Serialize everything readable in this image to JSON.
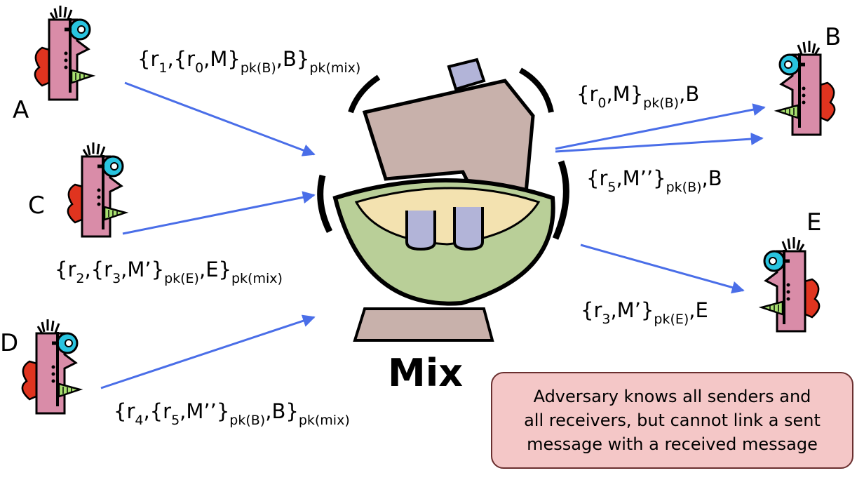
{
  "participants": {
    "a": "A",
    "b": "B",
    "c": "C",
    "d": "D",
    "e": "E"
  },
  "mix_label": "Mix",
  "messages": {
    "a_in": {
      "pre": "{r",
      "s1": "1",
      "p2": ",{r",
      "s2": "0",
      "p3": ",M}",
      "s3": "pk(B)",
      "p4": ",B}",
      "s4": "pk(mix)"
    },
    "c_in": {
      "pre": "{r",
      "s1": "2",
      "p2": ",{r",
      "s2": "3",
      "p3": ",M’}",
      "s3": "pk(E)",
      "p4": ",E}",
      "s4": "pk(mix)"
    },
    "d_in": {
      "pre": "{r",
      "s1": "4",
      "p2": ",{r",
      "s2": "5",
      "p3": ",M’’}",
      "s3": "pk(B)",
      "p4": ",B}",
      "s4": "pk(mix)"
    },
    "b_out1": {
      "pre": "{r",
      "s1": "0",
      "p2": ",M}",
      "s2": "pk(B)",
      "p3": ",B"
    },
    "b_out2": {
      "pre": "{r",
      "s1": "5",
      "p2": ",M’’}",
      "s2": "pk(B)",
      "p3": ",B"
    },
    "e_out": {
      "pre": "{r",
      "s1": "3",
      "p2": ",M’}",
      "s2": "pk(E)",
      "p3": ",E"
    }
  },
  "note": {
    "line1": "Adversary knows all senders and",
    "line2": "all receivers, but cannot link a sent",
    "line3": "message with a received message"
  },
  "colors": {
    "arrow": "#4a6ee8",
    "skin": "#d98ca8",
    "eye": "#29c4e0",
    "comb": "#e0341f",
    "beak": "#a8e070",
    "bowl": "#b9cf98",
    "mixer": "#c8b1ab",
    "beater": "#b2b4d8",
    "note_bg": "#f4c7c7"
  },
  "icons": {
    "person": "bird-headed-person-icon",
    "mixer": "stand-mixer-icon"
  }
}
